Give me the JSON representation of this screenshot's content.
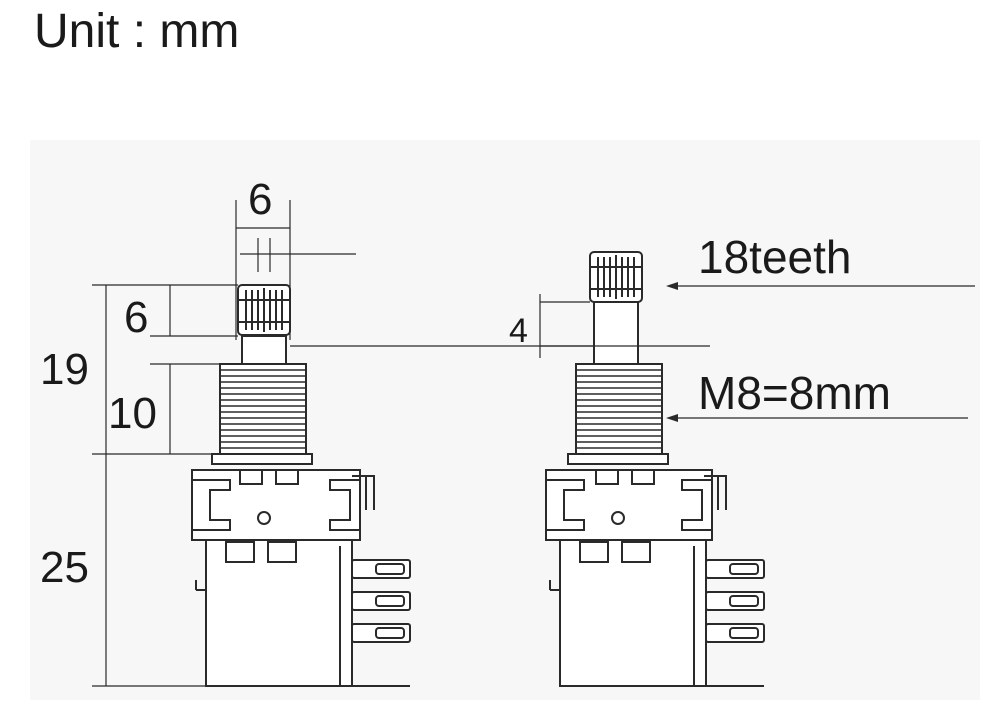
{
  "title": "Unit : mm",
  "dimensions": {
    "shaft_width": "6",
    "knurl_height": "6",
    "total_shaft_height": "19",
    "thread_length": "10",
    "body_height": "25",
    "smooth_shaft_length": "4"
  },
  "callouts": {
    "teeth": "18teeth",
    "thread": "M8=8mm"
  },
  "colors": {
    "line": "#2a2a2a",
    "text": "#1a1a1a",
    "background": "#ffffff",
    "panel_background": "#f6f6f6"
  }
}
